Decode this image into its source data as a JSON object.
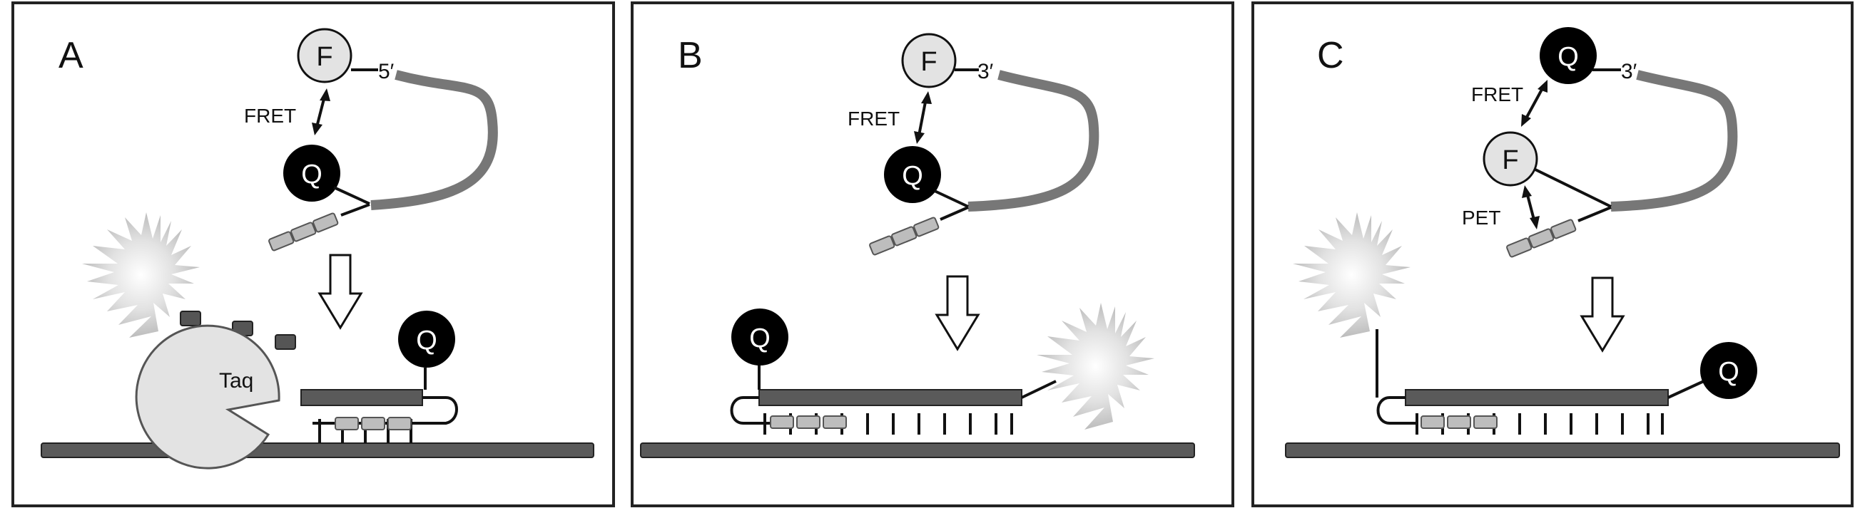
{
  "panels": [
    {
      "letter": "A",
      "fret_label": "FRET",
      "end_label": "5′",
      "fluor_label": "F",
      "quencher_label": "Q",
      "enzyme_label": "Taq"
    },
    {
      "letter": "B",
      "fret_label": "FRET",
      "end_label": "3′",
      "fluor_label": "F",
      "quencher_label": "Q",
      "quencher_bottom_label": "Q"
    },
    {
      "letter": "C",
      "fret_label": "FRET",
      "pet_label": "PET",
      "end_label": "3′",
      "fluor_label": "F",
      "quencher_label": "Q",
      "quencher_bottom_label": "Q"
    }
  ],
  "colors": {
    "strand": "#5a5a5a",
    "probe_tail": "#777777",
    "quencher": "#000000",
    "fluor": "#e3e3e3",
    "base_box": "#bdbdbd",
    "burst": "#cfcfcf"
  }
}
